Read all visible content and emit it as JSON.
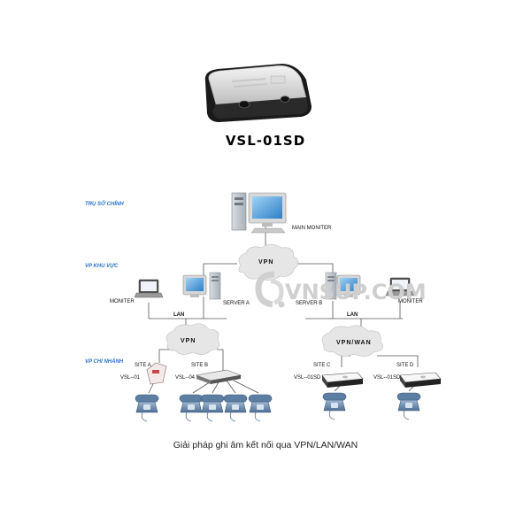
{
  "product": {
    "model_name": "VSL-01SD"
  },
  "tiers": {
    "head_office": "TRỤ SỞ CHÍNH",
    "regional_office": "VP KHU VỰC",
    "branch_office": "VP CHI NHÁNH"
  },
  "nodes": {
    "main_monitor": "MAIN MONITER",
    "monitor_left": "MONITER",
    "server_a": "SERVER A",
    "server_b": "SERVER B",
    "monitor_right": "MONITER",
    "site_a": "SITE A",
    "site_b": "SITE B",
    "site_c": "SITE C",
    "site_d": "SITE D",
    "dev_a": "VSL--01",
    "dev_b": "VSL--04",
    "dev_c": "VSL--01SD",
    "dev_d": "VSL--01SD"
  },
  "networks": {
    "vpn_top": "VPN",
    "lan_left": "LAN",
    "lan_right": "LAN",
    "vpn_left": "VPN",
    "vpn_wan_right": "VPN/WAN"
  },
  "watermark": "VNSUP.COM",
  "caption": "Giải pháp ghi âm kết nối qua VPN/LAN/WAN",
  "colors": {
    "tier_label": "#2a73c9",
    "phone": "#6e8fb3",
    "cloud": "#e6e6e6"
  }
}
